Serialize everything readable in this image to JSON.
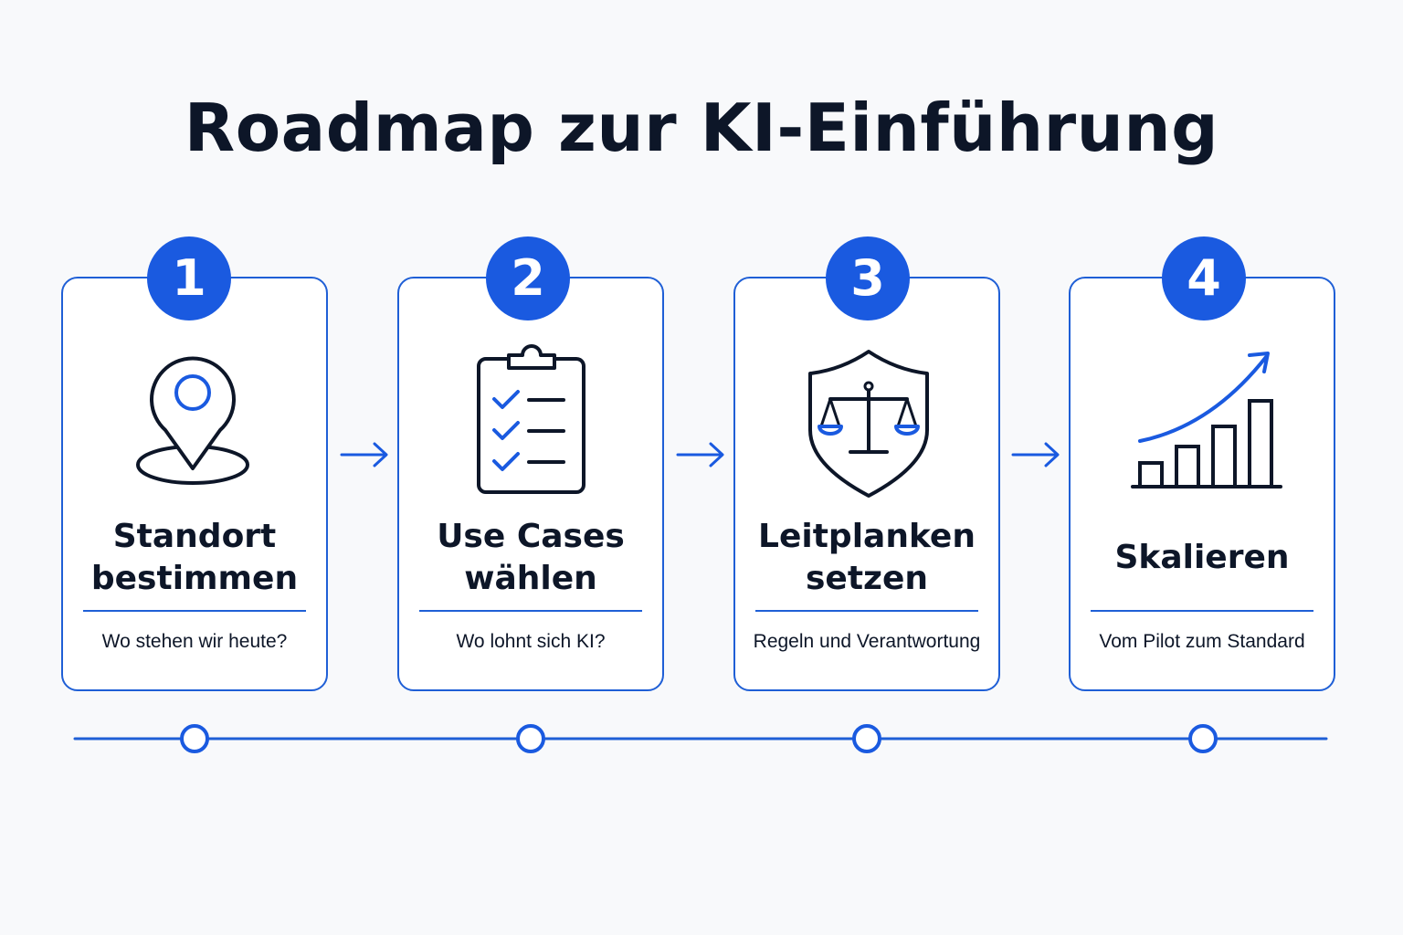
{
  "title": "Roadmap zur KI-Einführung",
  "colors": {
    "accent": "#1a5ae0",
    "border": "#1f5fd6",
    "text": "#0d1628",
    "background": "#f8f9fb"
  },
  "steps": [
    {
      "number": "1",
      "title_line1": "Standort",
      "title_line2": "bestimmen",
      "subtitle": "Wo stehen wir heute?",
      "icon": "location-pin-icon"
    },
    {
      "number": "2",
      "title_line1": "Use Cases",
      "title_line2": "wählen",
      "subtitle": "Wo lohnt sich KI?",
      "icon": "clipboard-checklist-icon"
    },
    {
      "number": "3",
      "title_line1": "Leitplanken",
      "title_line2": "setzen",
      "subtitle": "Regeln und Verantwortung",
      "icon": "shield-scales-icon"
    },
    {
      "number": "4",
      "title_line1": "Skalieren",
      "subtitle": "Vom Pilot zum Standard",
      "icon": "growth-chart-icon"
    }
  ]
}
